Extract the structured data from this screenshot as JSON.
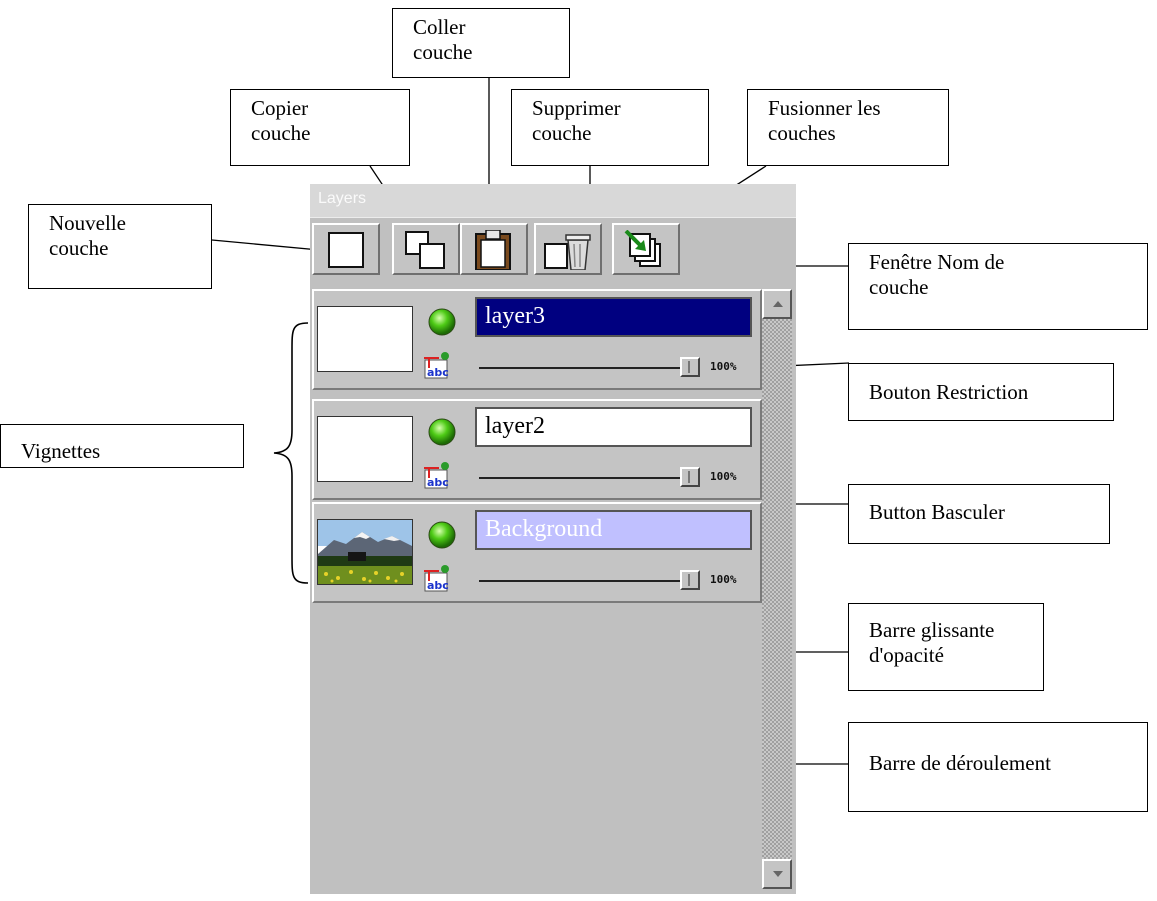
{
  "panel": {
    "title": "Layers",
    "layers": [
      {
        "name": "layer3",
        "opacity": "100%",
        "opacity_value": 100,
        "selected": true
      },
      {
        "name": "layer2",
        "opacity": "100%",
        "opacity_value": 100,
        "selected": false
      },
      {
        "name": "Background",
        "opacity": "100%",
        "opacity_value": 100,
        "selected": false
      }
    ]
  },
  "toolbar": {
    "icons": [
      "new-layer-icon",
      "copy-layer-icon",
      "paste-layer-icon",
      "delete-layer-icon",
      "merge-layers-icon"
    ]
  },
  "callouts": {
    "coller": "Coller\ncouche",
    "copier": "Copier\ncouche",
    "supprimer": "Supprimer\ncouche",
    "fusionner": "Fusionner  les\ncouches",
    "nouvelle": "Nouvelle\ncouche",
    "fenetre_nom": "Fenêtre Nom de\ncouche",
    "bouton_restriction": "Bouton Restriction",
    "vignettes": "Vignettes",
    "button_basculer": "Button Basculer",
    "barre_opacite": "Barre glissante\nd'opacité",
    "barre_deroulement": "Barre de déroulement"
  },
  "colors": {
    "selected_field_bg": "#000080",
    "selected_field_text": "#ffffff",
    "inactive_field_bg": "#c0c0ff",
    "inactive_field_text": "#ffffff",
    "normal_field_bg": "#ffffff",
    "normal_field_text": "#000000",
    "panel_bg": "#c0c0c0"
  }
}
